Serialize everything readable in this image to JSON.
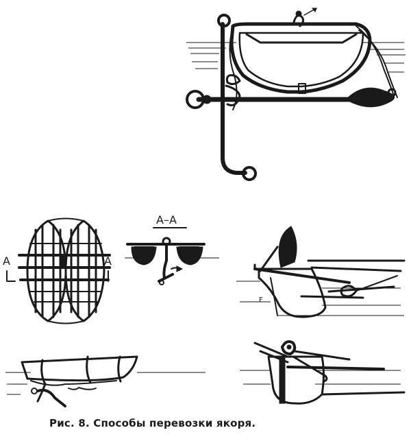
{
  "figure": {
    "caption": "Рис. 8. Способы перевозки якоря.",
    "section_label": "А–А",
    "cut_left": "А",
    "cut_right": "А",
    "ink_color": "#1a1a1a",
    "background": "#ffffff"
  }
}
